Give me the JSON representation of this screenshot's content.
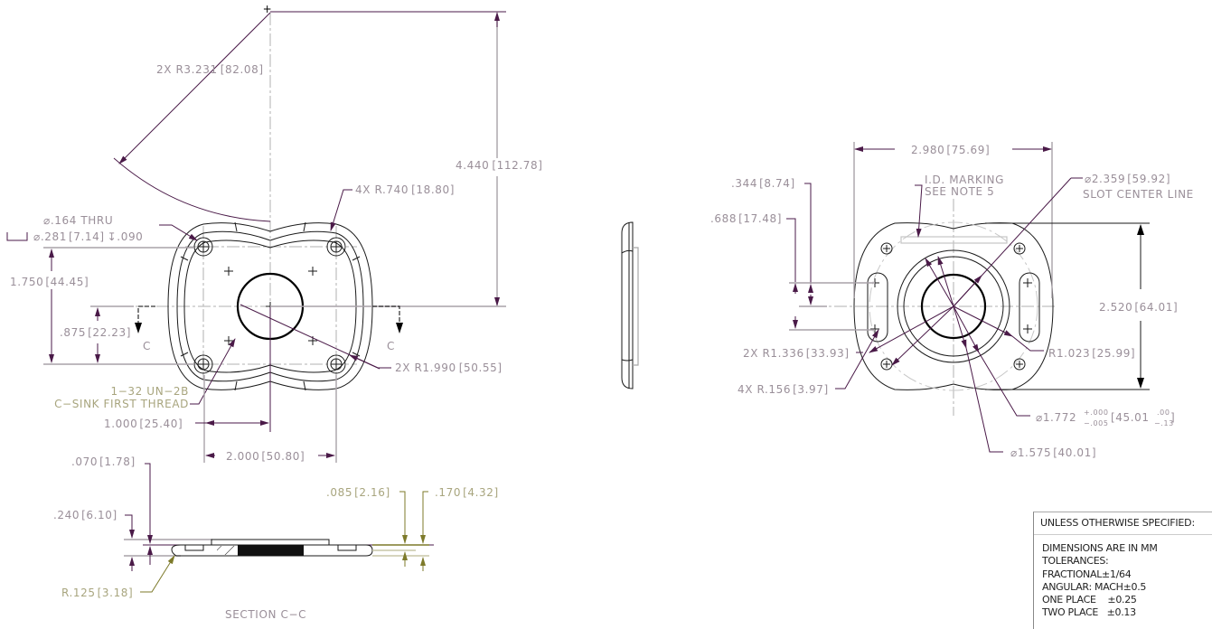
{
  "drawing": {
    "front_view": {
      "radius_outer": {
        "prefix": "2X R3.231",
        "metric": "[82.08]"
      },
      "radius_corner": {
        "prefix": "4X R.740",
        "metric": "[18.80]"
      },
      "height_overall": {
        "inch": "4.440",
        "metric": "[112.78]"
      },
      "hole_callout": {
        "line1": "⌀.164  THRU",
        "line2_cbore": "⌀.281",
        "line2_metric": "[7.14]",
        "line2_depth_symbol": "↧",
        "line2_depth": ".090"
      },
      "vert_spacing": {
        "inch": "1.750",
        "metric": "[44.45]"
      },
      "vert_half": {
        "inch": ".875",
        "metric": "[22.23]"
      },
      "section_label_left": "C",
      "section_label_right": "C",
      "radius_side": {
        "prefix": "2X R1.990",
        "metric": "[50.55]"
      },
      "thread_callout": {
        "line1": "1−32  UN−2B",
        "line2": "C−SINK  FIRST  THREAD"
      },
      "horiz_half": {
        "inch": "1.000",
        "metric": "[25.40]"
      },
      "horiz_spacing": {
        "inch": "2.000",
        "metric": "[50.80]"
      }
    },
    "section_view": {
      "title": "SECTION  C−C",
      "thickness_plate": {
        "inch": ".070",
        "metric": "[1.78]"
      },
      "thickness_total": {
        "inch": ".240",
        "metric": "[6.10]"
      },
      "edge_radius": {
        "inch": "R.125",
        "metric": "[3.18]"
      },
      "depth_a": {
        "inch": ".085",
        "metric": "[2.16]"
      },
      "depth_b": {
        "inch": ".170",
        "metric": "[4.32]"
      }
    },
    "rear_view": {
      "width_overall": {
        "inch": "2.980",
        "metric": "[75.69]"
      },
      "id_marking": {
        "line1": "I.D.  MARKING",
        "line2": "SEE  NOTE  5"
      },
      "slot_diameter": {
        "inch": "⌀2.359",
        "metric": "[59.92]",
        "note": "SLOT  CENTER  LINE"
      },
      "slot_offset_a": {
        "inch": ".344",
        "metric": "[8.74]"
      },
      "slot_offset_b": {
        "inch": ".688",
        "metric": "[17.48]"
      },
      "height_overall": {
        "inch": "2.520",
        "metric": "[64.01]"
      },
      "radius_outer_arc": {
        "prefix": "2X R1.336",
        "metric": "[33.93]"
      },
      "radius_inner_arc": {
        "inch": "R1.023",
        "metric": "[25.99]"
      },
      "slot_radius": {
        "prefix": "4X R.156",
        "metric": "[3.97]"
      },
      "bore_diameter": {
        "inch": "⌀1.772",
        "tol_plus": "+.000",
        "tol_minus": "−.005",
        "metric": "[45.01",
        "metric_plus": ".00",
        "metric_minus": "−.13",
        "metric_close": "]"
      },
      "pilot_diameter": {
        "inch": "⌀1.575",
        "metric": "[40.01]"
      }
    },
    "notes": {
      "heading": "UNLESS OTHERWISE SPECIFIED:",
      "lines": [
        "DIMENSIONS ARE IN MM",
        "TOLERANCES:",
        "FRACTIONAL±1/64",
        "ANGULAR: MACH±0.5",
        "ONE PLACE    ±0.25",
        "TWO PLACE   ±0.13"
      ]
    }
  }
}
